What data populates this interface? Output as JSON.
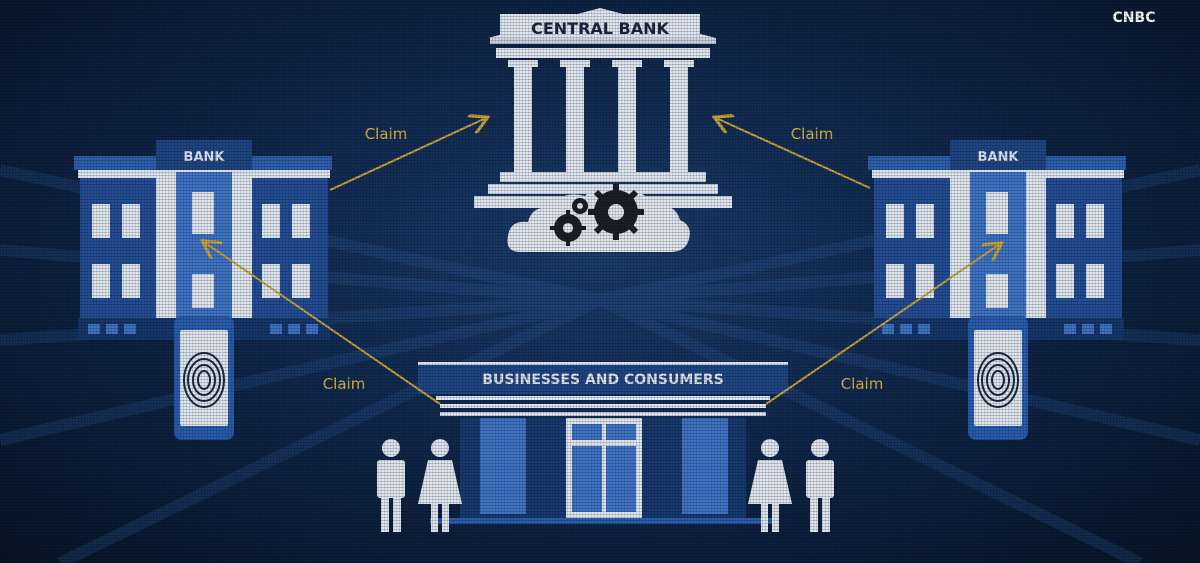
{
  "brand": {
    "logo": "CNBC"
  },
  "central_bank": {
    "label": "CENTRAL BANK",
    "icon": "bank-columns-cloud-gears-icon"
  },
  "left_bank": {
    "label": "BANK",
    "phone_icon": "fingerprint-icon"
  },
  "right_bank": {
    "label": "BANK",
    "phone_icon": "fingerprint-icon"
  },
  "businesses": {
    "label": "BUSINESSES AND CONSUMERS"
  },
  "arrows": {
    "left_bank_to_central": "Claim",
    "right_bank_to_central": "Claim",
    "businesses_to_left_bank": "Claim",
    "businesses_to_right_bank": "Claim"
  },
  "people": [
    "man-icon",
    "woman-icon",
    "woman-icon",
    "man-icon"
  ],
  "colors": {
    "background": "#10284d",
    "building": "#dfe6f0",
    "building_blue": "#3f73c4",
    "arrow": "#c8a43a",
    "label_bg": "#1f4584"
  }
}
